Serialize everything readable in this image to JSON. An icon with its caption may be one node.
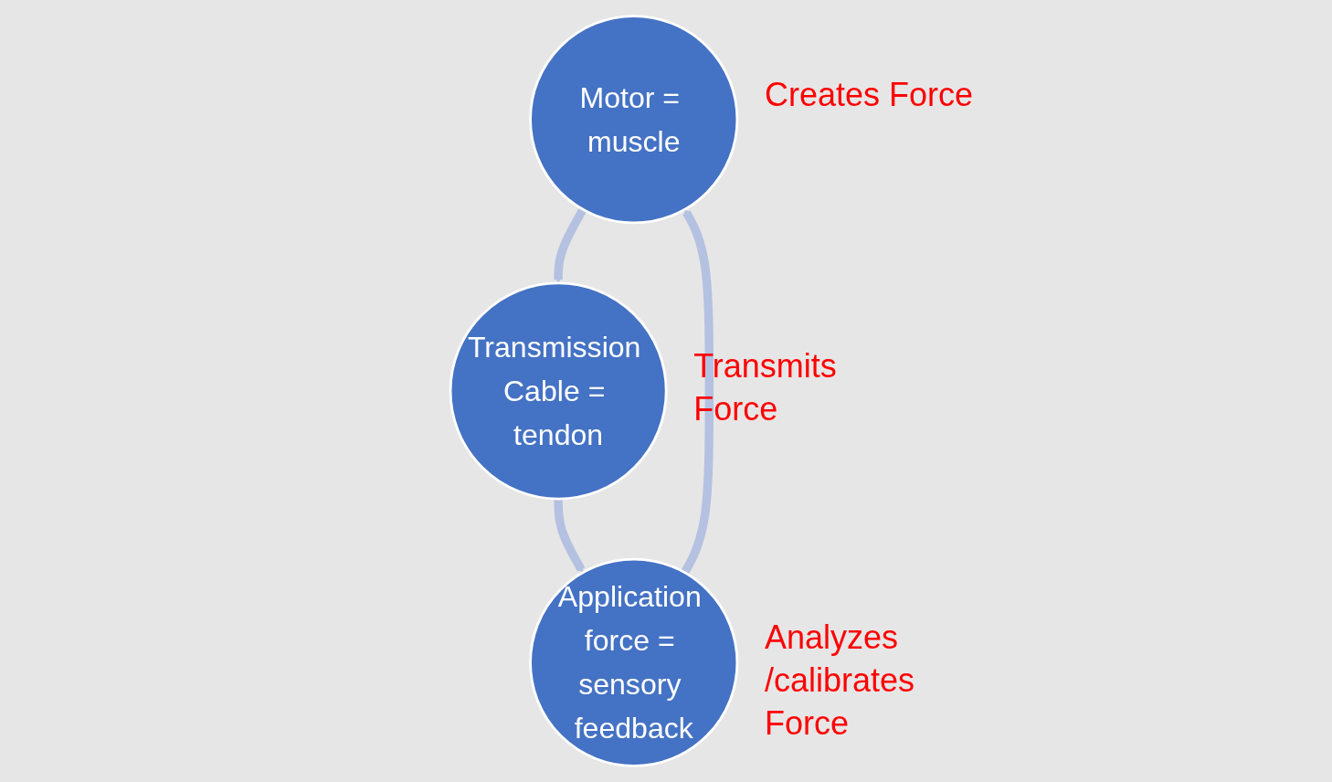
{
  "diagram": {
    "nodes": [
      {
        "text": [
          "Motor = muscle"
        ],
        "beside": [
          "Creates Force"
        ]
      },
      {
        "text": [
          "Transmission Cable = tendon"
        ],
        "beside": [
          "Transmits Force"
        ]
      },
      {
        "text": [
          "Application force = sensory feedback"
        ],
        "beside": [
          "Analyzes /calibrates Force"
        ]
      }
    ],
    "edges": [
      {
        "from": 0,
        "to": 1,
        "arrow": "to"
      },
      {
        "from": 1,
        "to": 2,
        "arrow": "to"
      },
      {
        "from": 2,
        "to": 0,
        "arrow": "to"
      }
    ]
  }
}
